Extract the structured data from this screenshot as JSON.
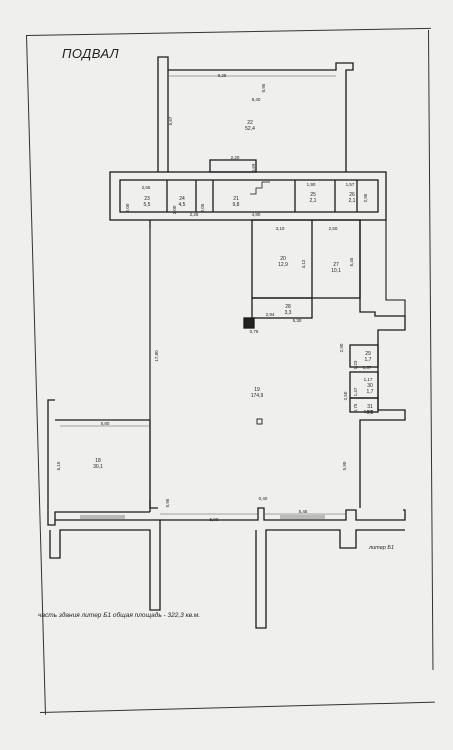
{
  "sheet": {
    "title": "ПОДВАЛ",
    "footnote": "часть здания литер Б1 общая площадь - 322,3 кв.м.",
    "building_mark": "литер Б1"
  },
  "rooms": [
    {
      "id": "22",
      "area": "52,4"
    },
    {
      "id": "23",
      "area": "5,5"
    },
    {
      "id": "24",
      "area": "4,5"
    },
    {
      "id": "21",
      "area": "9,8"
    },
    {
      "id": "25",
      "area": "2,1"
    },
    {
      "id": "26",
      "area": "2,1"
    },
    {
      "id": "20",
      "area": "12,9"
    },
    {
      "id": "27",
      "area": "10,1"
    },
    {
      "id": "28",
      "area": "3,3"
    },
    {
      "id": "29",
      "area": "1,7"
    },
    {
      "id": "30",
      "area": "1,7"
    },
    {
      "id": "31",
      "area": "0,8"
    },
    {
      "id": "19",
      "area": "174,9"
    },
    {
      "id": "18",
      "area": "30,1"
    }
  ],
  "dimensions": [
    "9,25",
    "0,95",
    "8,40",
    "5,67",
    "2,20",
    "0,69",
    "2,65",
    "2,00",
    "2,05",
    "1,90",
    "1,57",
    "2,95",
    "2,00",
    "2,26",
    "4,80",
    "3,10",
    "2,50",
    "4,12",
    "5,45",
    "2,94",
    "5,30",
    "0,76",
    "2,90",
    "1,23",
    "1,37",
    "1,17",
    "1,47",
    "2,50",
    "0,75",
    "0,90",
    "17,80",
    "5,80",
    "6,15",
    "0,95",
    "0,40",
    "5,90",
    "5,45",
    "5,90"
  ]
}
